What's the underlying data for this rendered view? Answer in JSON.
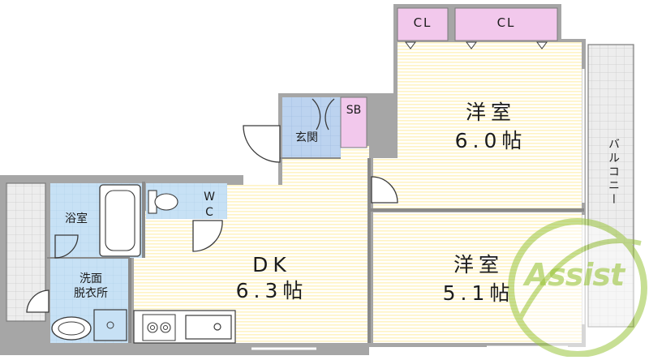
{
  "rooms": {
    "closet_1": "CL",
    "closet_2": "CL",
    "entrance": "玄関",
    "shoe_box": "SB",
    "western_room_1": {
      "name": "洋室",
      "size": "6.0帖"
    },
    "western_room_2": {
      "name": "洋室",
      "size": "5.1帖"
    },
    "dining_kitchen": {
      "name": "DK",
      "size": "6.3帖"
    },
    "bathroom": "浴室",
    "toilet": "WC",
    "washroom": {
      "line1": "洗面",
      "line2": "脱衣所"
    },
    "balcony": "バルコニー"
  },
  "logo": {
    "text": "Assist"
  },
  "colors": {
    "wall": "#a6a6a6",
    "floor_stripes": "#fff7d2",
    "tile_floor": "#bcd3ef",
    "wet_area": "#c3def4",
    "closet": "#f2c8ec",
    "logo": "#9bc53d"
  }
}
